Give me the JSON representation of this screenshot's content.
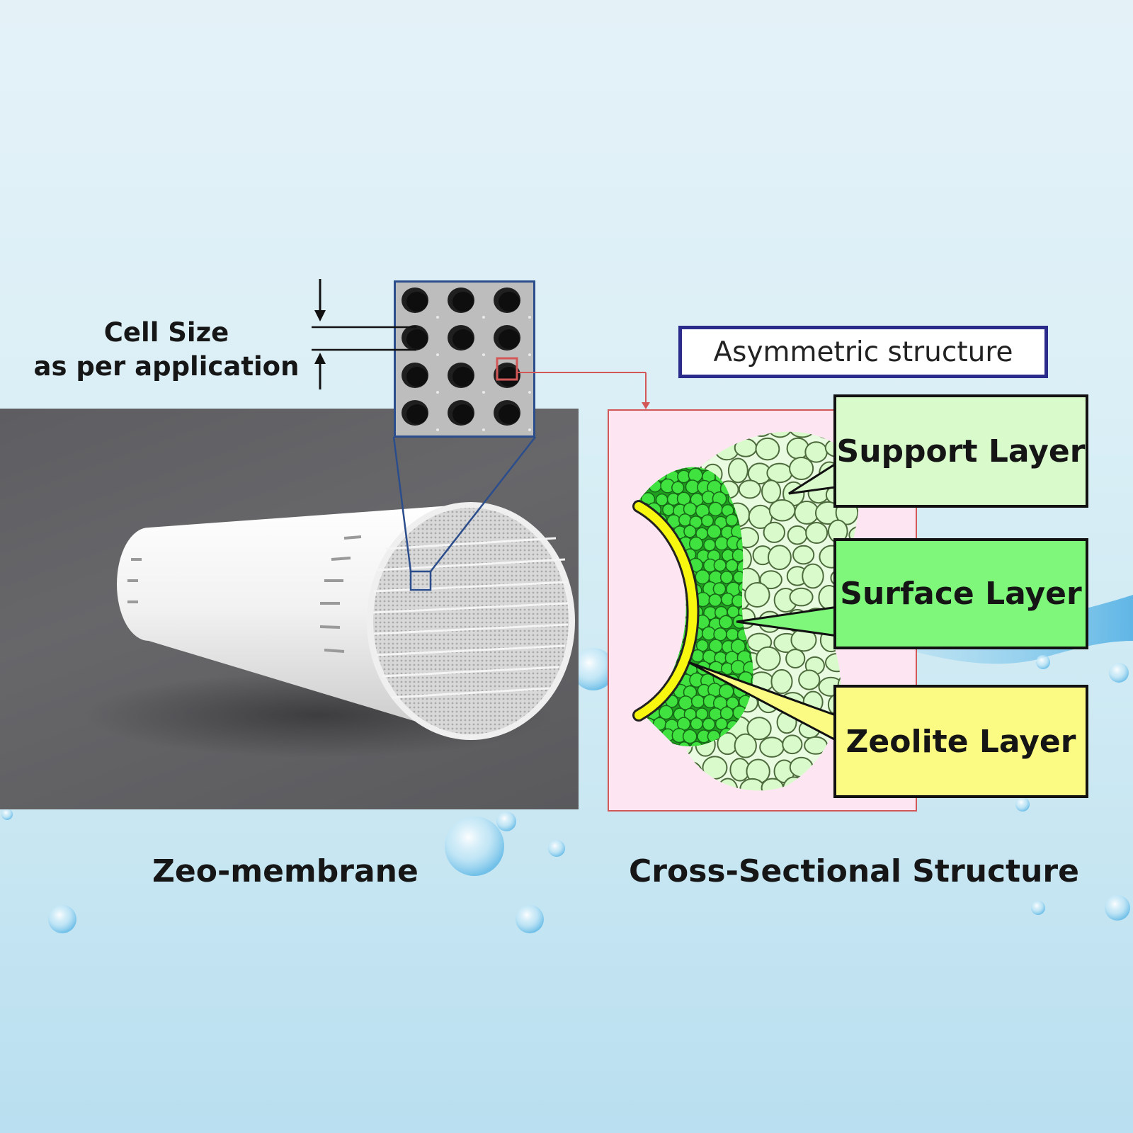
{
  "cell_size_label": {
    "line1": "Cell Size",
    "line2": "as per application"
  },
  "asymmetric_title": "Asymmetric structure",
  "layers": {
    "support": "Support Layer",
    "surface": "Surface Layer",
    "zeolite": "Zeolite Layer"
  },
  "captions": {
    "left": "Zeo-membrane",
    "right": "Cross-Sectional Structure"
  },
  "colors": {
    "support": "#d9fbcc",
    "surface": "#7ef77a",
    "zeolite": "#fbfb83",
    "outline_blue": "#2b4d8c",
    "outline_red": "#d25858",
    "title_border": "#2b2b8c"
  }
}
